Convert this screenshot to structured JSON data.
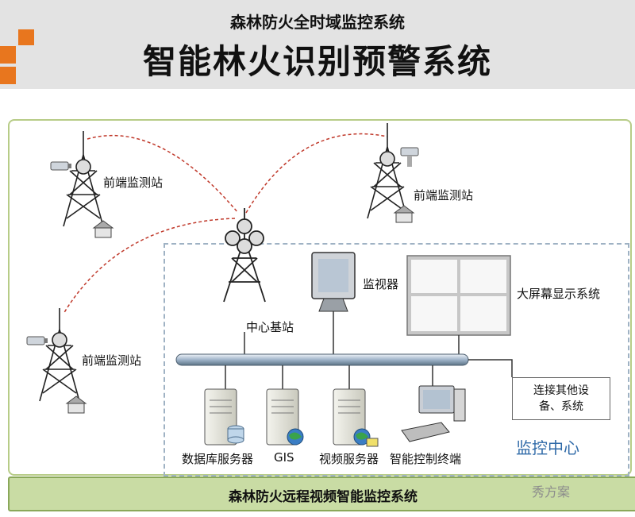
{
  "header": {
    "subtitle": "森林防火全时域监控系统",
    "title": "智能林火识别预警系统"
  },
  "towers": {
    "front_label": "前端监测站",
    "base_label": "中心基站"
  },
  "devices": {
    "monitor": "监视器",
    "big_screen": "大屏幕显示系统",
    "other": "连接其他设\n备、系统"
  },
  "servers": {
    "database": "数据库服务器",
    "gis": "GIS",
    "video": "视频服务器",
    "terminal": "智能控制终端"
  },
  "center_label": "监控中心",
  "bottom_bar": "森林防火远程视频智能监控系统",
  "watermark": "秀方案",
  "colors": {
    "header_bg": "#e3e3e3",
    "logo_orange": "#e8761e",
    "bar_green": "#c9dca4",
    "center_blue": "#2f6aa8",
    "link_red": "#c0392b"
  }
}
